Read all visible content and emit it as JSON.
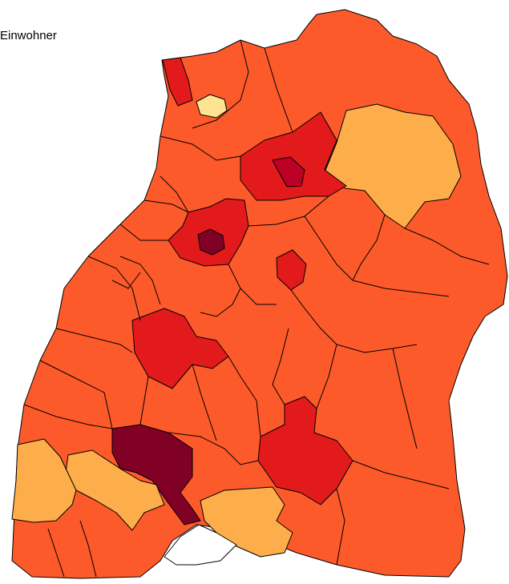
{
  "legend": {
    "title": "Einwohner"
  },
  "colors": {
    "c1": "#FEE391",
    "c2": "#FDAE4B",
    "c3": "#FC5A2A",
    "c4": "#E31A1C",
    "c5": "#BD0026",
    "c6": "#800026",
    "lake": "#FFFFFF"
  },
  "regions": [
    {
      "id": "main-tauber",
      "cls": "c2"
    },
    {
      "id": "hohenlohe",
      "cls": "c2"
    },
    {
      "id": "heilbronn-land",
      "cls": "c4"
    },
    {
      "id": "heilbronn-stadt",
      "cls": "c5"
    },
    {
      "id": "karlsruhe-land",
      "cls": "c4"
    },
    {
      "id": "karlsruhe-stadt",
      "cls": "c6"
    },
    {
      "id": "mannheim",
      "cls": "c4"
    },
    {
      "id": "heidelberg",
      "cls": "c1"
    },
    {
      "id": "stuttgart",
      "cls": "c4"
    },
    {
      "id": "boeblingen",
      "cls": "c4"
    },
    {
      "id": "breisgau",
      "cls": "c6"
    },
    {
      "id": "freiburg-west",
      "cls": "c2"
    },
    {
      "id": "loerrach",
      "cls": "c2"
    },
    {
      "id": "konstanz",
      "cls": "c2"
    },
    {
      "id": "ulm-biberach",
      "cls": "c4"
    }
  ]
}
